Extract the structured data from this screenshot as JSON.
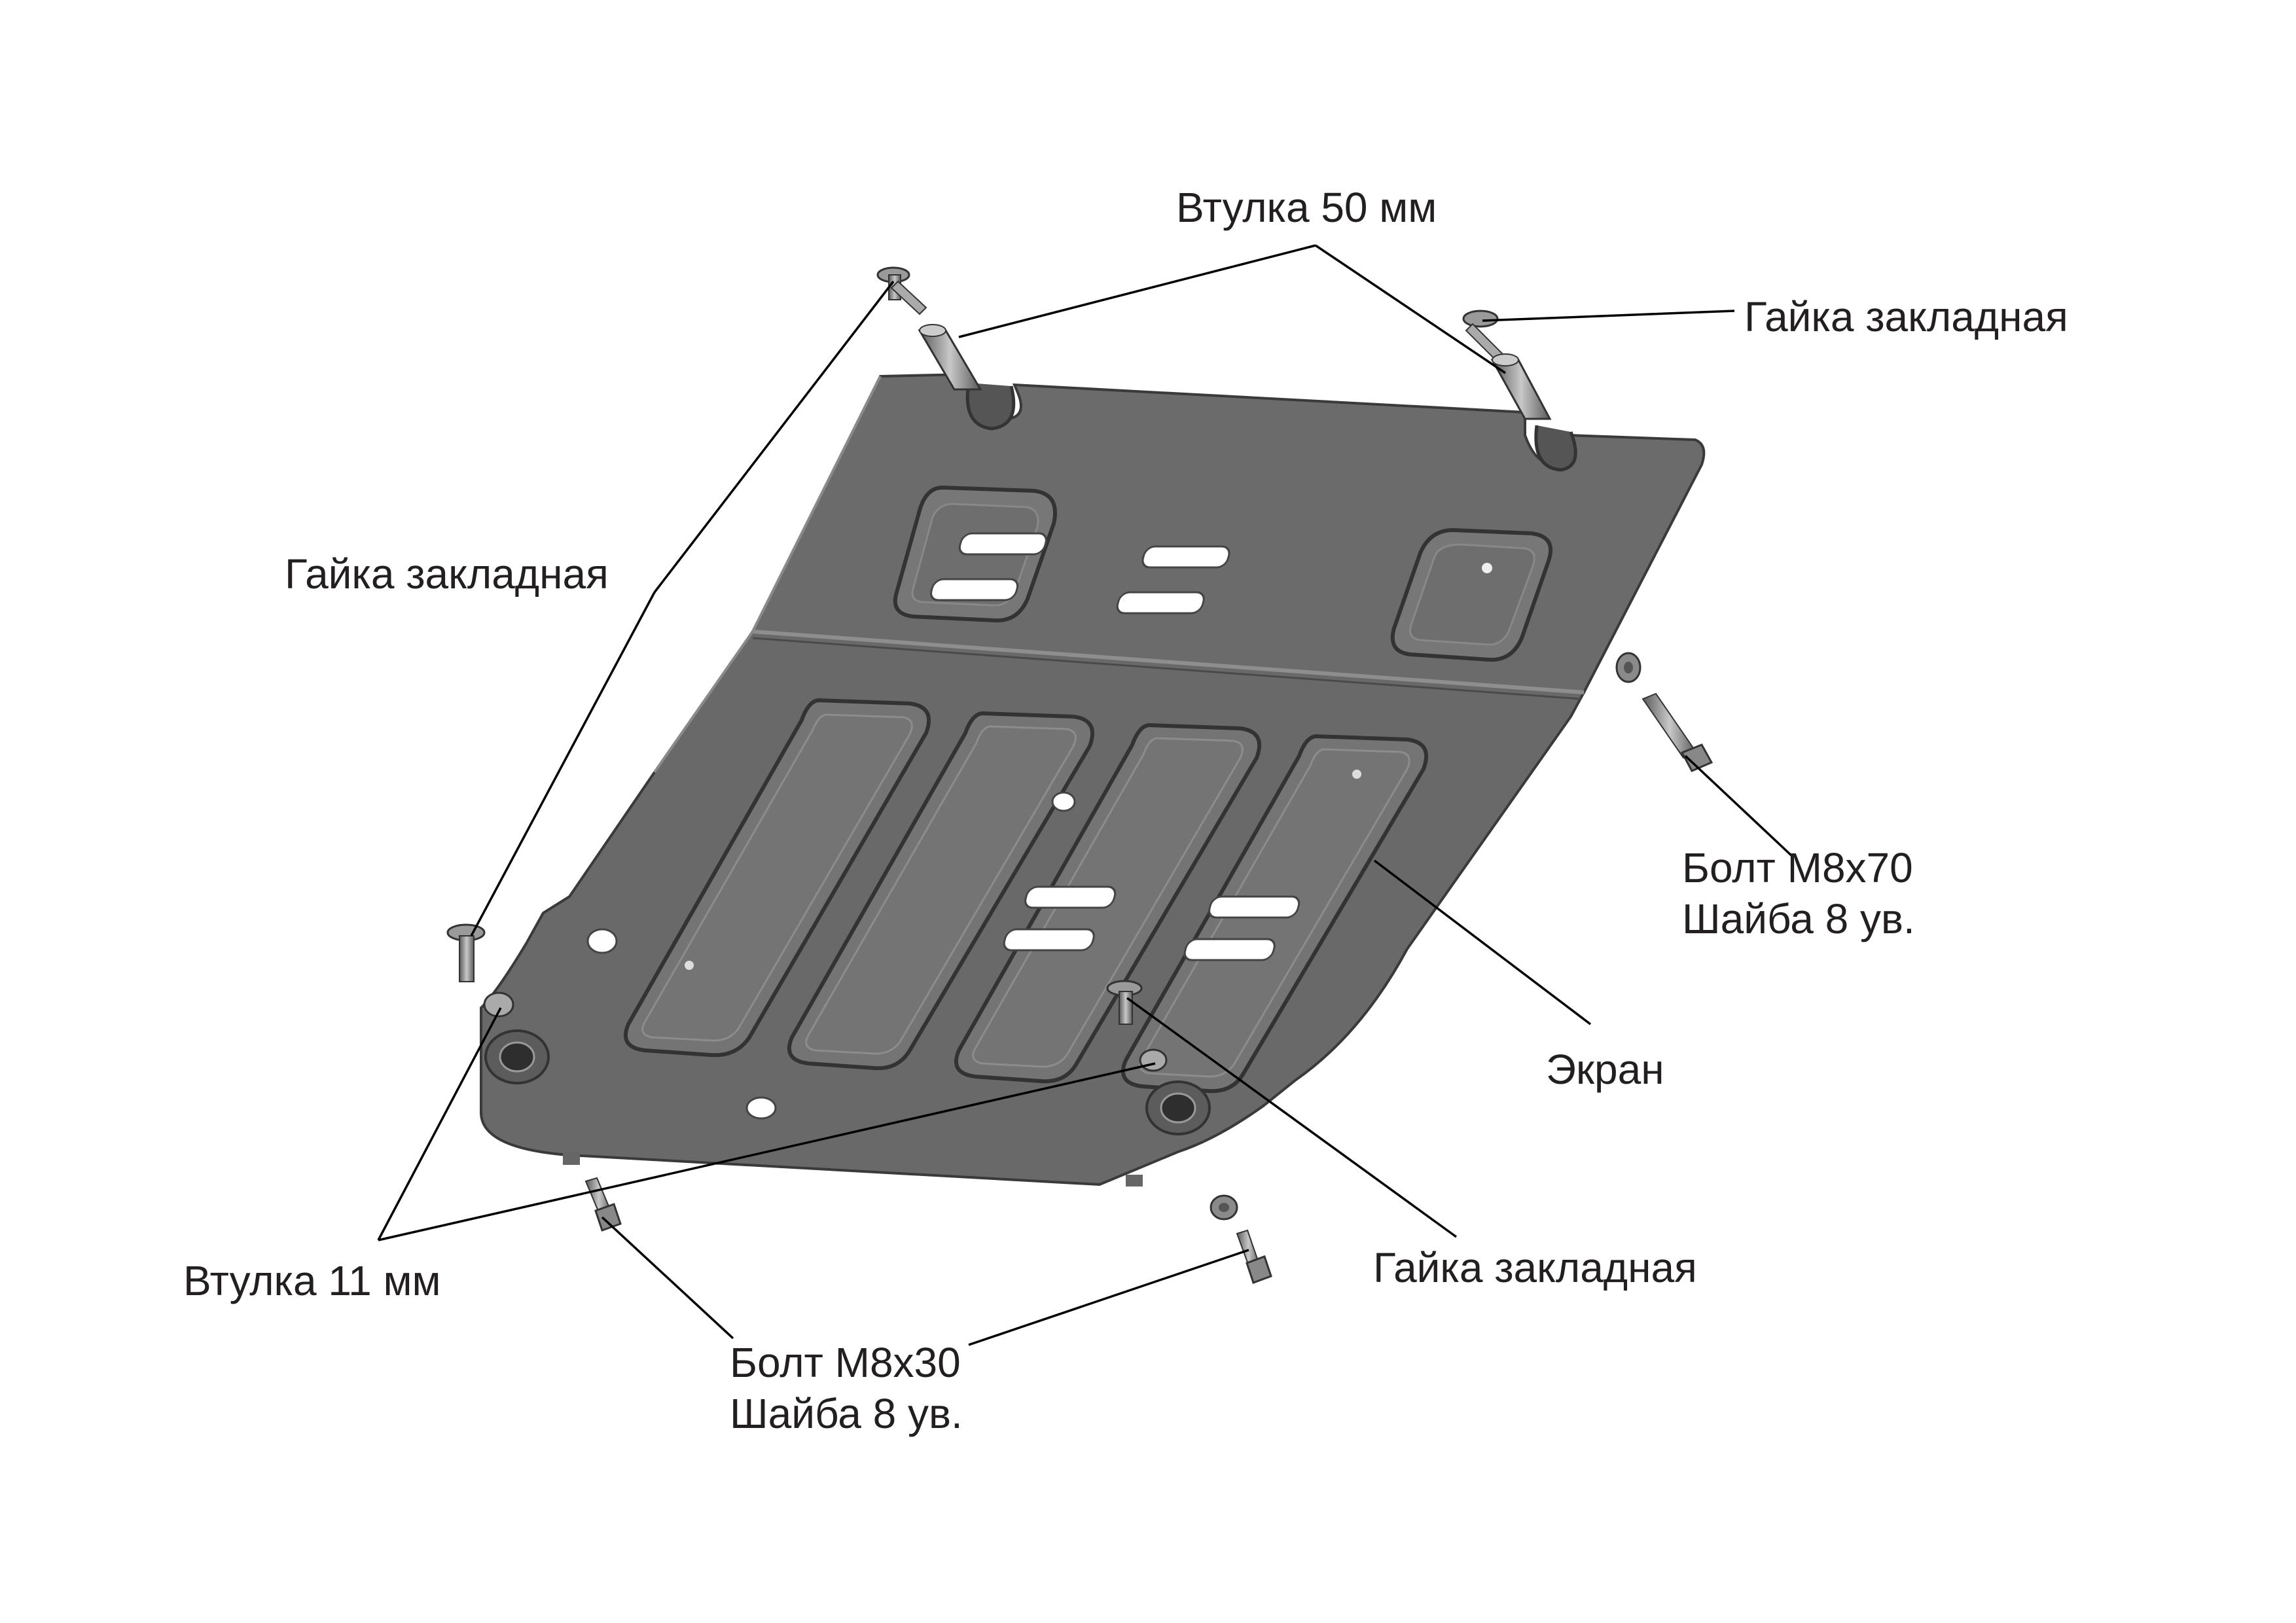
{
  "colors": {
    "plate": "#6a6a6a",
    "plate_dark": "#4e4e4e",
    "plate_light": "#8a8a8a",
    "line": "#000000",
    "text": "#231f20",
    "background": "#ffffff"
  },
  "labels": {
    "bushing_50": "Втулка 50 мм",
    "nut_top_right": "Гайка закладная",
    "nut_left": "Гайка закладная",
    "bolt_m8x70": "Болт М8х70",
    "washer_right": "Шайба 8 ув.",
    "screen": "Экран",
    "bushing_11": "Втулка 11 мм",
    "nut_bottom": "Гайка закладная",
    "bolt_m8x30": "Болт М8х30",
    "washer_bottom": "Шайба 8 ув."
  },
  "parts": [
    "screen-plate",
    "bushing-50mm",
    "bushing-11mm",
    "insert-nut",
    "bolt-m8x70",
    "bolt-m8x30",
    "washer"
  ]
}
